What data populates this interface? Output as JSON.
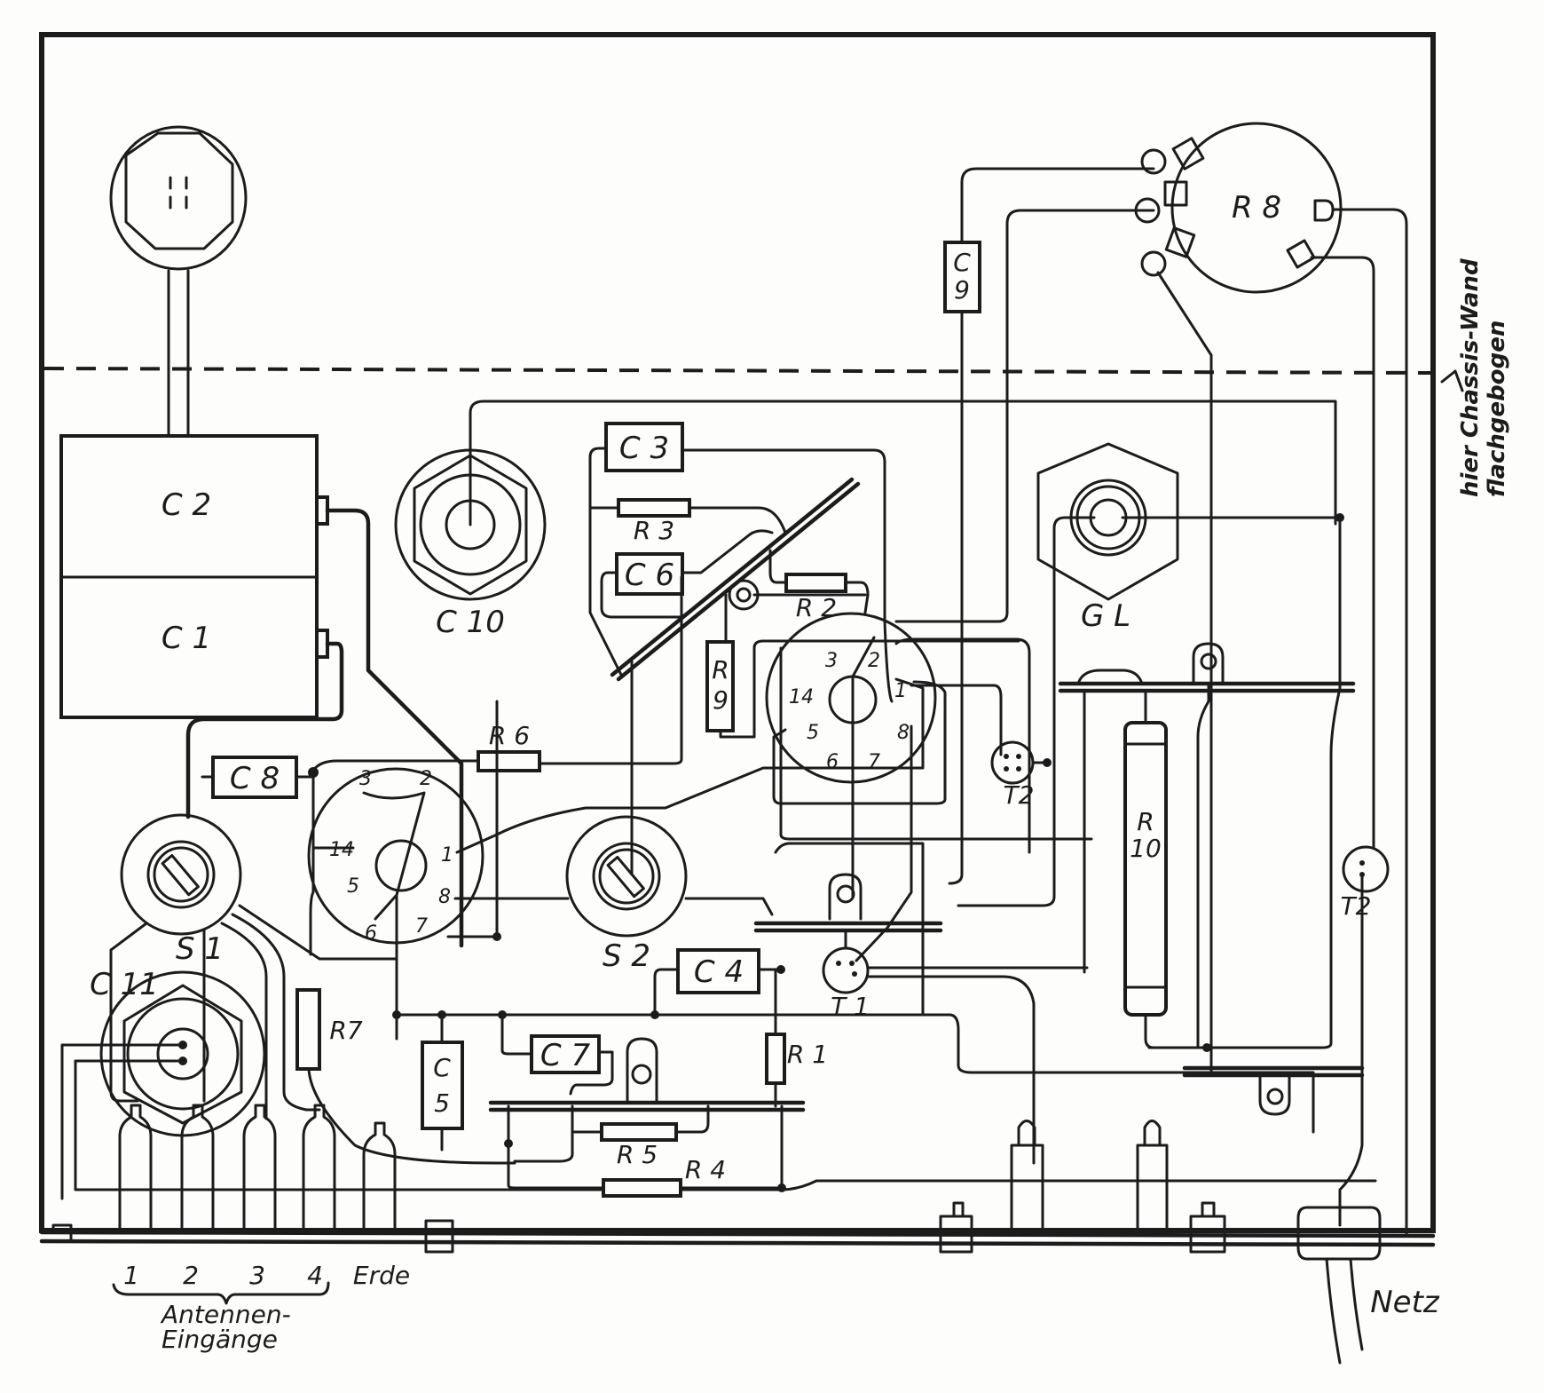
{
  "diagram": {
    "type": "wiring-layout",
    "chassis_note": {
      "line1": "hier Chassis-Wand",
      "line2": "flachgebogen"
    },
    "components": {
      "C1": "C 1",
      "C2": "C 2",
      "C3": "C 3",
      "C4": "C 4",
      "C5_top": "C",
      "C5_bottom": "5",
      "C6": "C 6",
      "C7": "C 7",
      "C8": "C 8",
      "C9_top": "C",
      "C9_bottom": "9",
      "C10": "C 10",
      "C11": "C 11",
      "R1": "R 1",
      "R2": "R 2",
      "R3": "R 3",
      "R4": "R 4",
      "R5": "R 5",
      "R6": "R 6",
      "R7": "R7",
      "R8": "R 8",
      "R9_top": "R",
      "R9_bottom": "9",
      "R10_top": "R",
      "R10_bottom": "10",
      "S1": "S 1",
      "S2": "S 2",
      "T1": "T 1",
      "T2_socket": "T2",
      "T2_lamp": "T2",
      "GL": "G L"
    },
    "tube_socket_right_pins": [
      "3",
      "2",
      "14",
      "1",
      "5",
      "8",
      "6",
      "7"
    ],
    "tube_socket_left_pins": [
      "3",
      "2",
      "14",
      "1",
      "5",
      "8",
      "6",
      "7"
    ],
    "antenna_inputs": {
      "labels": [
        "1",
        "2",
        "3",
        "4"
      ],
      "ground": "Erde",
      "caption_line1": "Antennen-",
      "caption_line2": "Eingänge"
    },
    "mains": "Netz"
  }
}
